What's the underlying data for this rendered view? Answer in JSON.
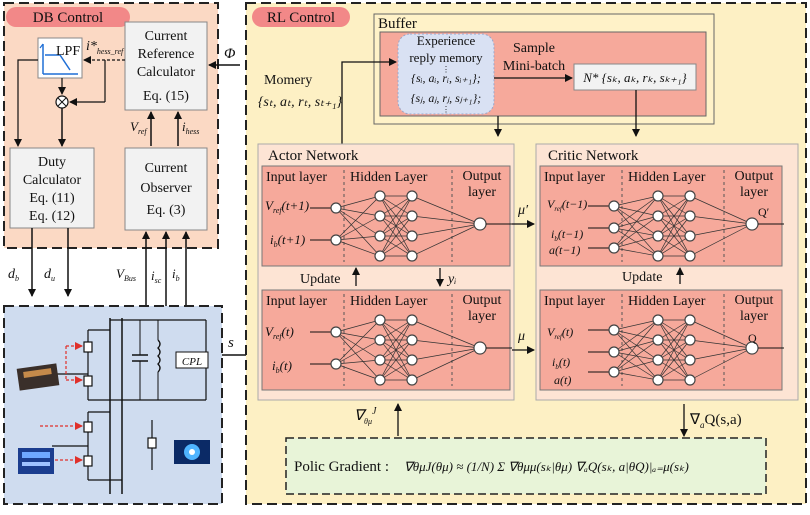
{
  "colors": {
    "db_bg": "#fbd9c4",
    "rl_bg": "#fdf0c4",
    "buffer_bg": "#fff2c8",
    "pink": "#f6a99b",
    "panel_inner": "#fde4d4",
    "white_box": "#f2f2f2",
    "mem_box": "#d9e1f3",
    "power_bg": "#cfdcef",
    "policy_bg": "#e8f4d8",
    "label_pill": "#f28888",
    "node": "#6b7280",
    "node_fill": "#ffffff",
    "red_line": "#e0302a"
  },
  "db": {
    "title": "DB Control",
    "lpf": "LPF",
    "i_ref_label": "i*",
    "i_ref_sub": "hess_ref",
    "crc": [
      "Current",
      "Reference",
      "Calculator",
      "Eq. (15)"
    ],
    "phi": "Φ",
    "v_ref": "V",
    "v_ref_sub": "ref",
    "i_hess": "i",
    "i_hess_sub": "hess",
    "duty": [
      "Duty",
      "Calculator",
      "Eq. (11)",
      "Eq. (12)"
    ],
    "observer": [
      "Current",
      "Observer",
      "Eq. (3)"
    ],
    "d_b": "d",
    "d_b_sub": "b",
    "d_u": "d",
    "d_u_sub": "u",
    "v_bus": "V",
    "v_bus_sub": "Bus",
    "i_sc": "i",
    "i_sc_sub": "sc",
    "i_b": "i",
    "i_b_sub": "b"
  },
  "rl": {
    "title": "RL Control",
    "buffer": "Buffer",
    "exp_memory": [
      "Experience",
      "reply memory"
    ],
    "tuple1": "{sᵢ, aᵢ, rᵢ, sᵢ₊₁};",
    "tuple2": "{sⱼ, aⱼ, rⱼ, sⱼ₊₁};",
    "sample": [
      "Sample",
      "Mini-batch"
    ],
    "nstar": "N*{s",
    "nstar_text": "N* {sₖ, aₖ, rₖ, sₖ₊₁}",
    "memory_label": "Momery",
    "memory_tuple": "{sₜ, aₜ, rₜ, sₜ₊₁}",
    "actor_title": "Actor Network",
    "critic_title": "Critic Network",
    "input_layer": "Input layer",
    "hidden_layer": "Hidden Layer",
    "output_layer": [
      "Output",
      "layer"
    ],
    "actor_in_top1": "V",
    "actor_in_top1_sub": "ref",
    "actor_in_top1_arg": "(t+1)",
    "actor_in_top2": "i",
    "actor_in_top2_sub": "b",
    "actor_in_top2_arg": "(t+1)",
    "actor_in_bot1_arg": "(t)",
    "update": "Update",
    "y_label": "yᵢ",
    "mu_prime": "μ′",
    "mu": "μ",
    "q_prime": "Q′",
    "q": "Q",
    "critic_in_top1_arg": "(t−1)",
    "critic_in_top2_arg": "(t−1)",
    "critic_in_top3": "a(t−1)",
    "critic_in_bot3": "a(t)",
    "s_label": "s",
    "cpl": "CPL",
    "grad_theta": "∇",
    "grad_theta_sub": "θμ",
    "grad_theta_J": "J",
    "grad_a": "∇",
    "grad_a_sub": "a",
    "grad_a_rest": "Q(s,a)",
    "policy_label": "Polic Gradient :",
    "policy_formula": "∇θμJ(θμ) ≈ (1/N) Σ ∇θμμ(sₖ|θμ) ∇ₐQ(sₖ, a|θQ)|ₐ₌μ(sₖ)"
  }
}
